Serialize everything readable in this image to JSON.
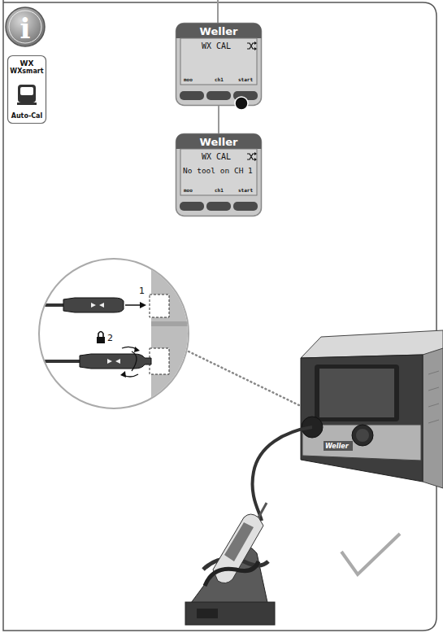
{
  "diagram": {
    "nodes": [
      {
        "text": [
          "i"
        ]
      },
      {
        "text": [
          "WX",
          "WXsmart",
          "Auto-Cal"
        ]
      },
      {
        "text": [
          "Weller",
          "WX CAL",
          "moo",
          "ch1",
          "start"
        ]
      },
      {
        "text": [
          "Weller",
          "WX CAL",
          "No tool on CH 1",
          "moo",
          "ch1",
          "start"
        ]
      }
    ],
    "edges": [
      {
        "from": 2,
        "to": 3,
        "arrow": "none"
      }
    ],
    "labels": [
      "1",
      "2",
      "Weller"
    ]
  }
}
